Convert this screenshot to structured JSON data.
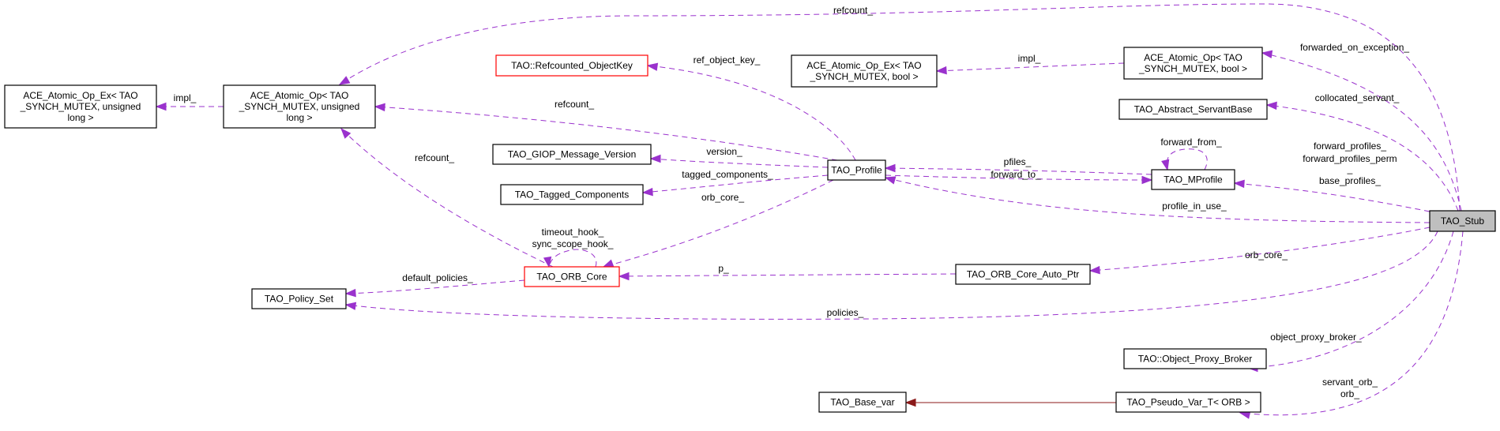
{
  "title": "TAO_Stub collaboration graph",
  "colors": {
    "usage_edge": "#9a32cd",
    "inheritance_edge": "#8b1a1a",
    "node_border": "#000000",
    "truncated_node_border": "#ff0000",
    "root_node_fill": "#bfbfbf"
  },
  "nodes": [
    {
      "id": "ace_atomic_op_ex_ulong",
      "lines": [
        "ACE_Atomic_Op_Ex< TAO",
        "_SYNCH_MUTEX, unsigned",
        "long >"
      ],
      "style": "normal"
    },
    {
      "id": "ace_atomic_op_ulong",
      "lines": [
        "ACE_Atomic_Op< TAO",
        "_SYNCH_MUTEX, unsigned",
        "long >"
      ],
      "style": "normal"
    },
    {
      "id": "refcounted_objectkey",
      "lines": [
        "TAO::Refcounted_ObjectKey"
      ],
      "style": "red"
    },
    {
      "id": "ace_atomic_op_ex_bool",
      "lines": [
        "ACE_Atomic_Op_Ex< TAO",
        "_SYNCH_MUTEX, bool >"
      ],
      "style": "normal"
    },
    {
      "id": "ace_atomic_op_bool",
      "lines": [
        "ACE_Atomic_Op< TAO",
        "_SYNCH_MUTEX, bool >"
      ],
      "style": "normal"
    },
    {
      "id": "abstract_servantbase",
      "lines": [
        "TAO_Abstract_ServantBase"
      ],
      "style": "normal"
    },
    {
      "id": "giop_message_version",
      "lines": [
        "TAO_GIOP_Message_Version"
      ],
      "style": "normal"
    },
    {
      "id": "tagged_components",
      "lines": [
        "TAO_Tagged_Components"
      ],
      "style": "normal"
    },
    {
      "id": "profile",
      "lines": [
        "TAO_Profile"
      ],
      "style": "normal"
    },
    {
      "id": "mprofile",
      "lines": [
        "TAO_MProfile"
      ],
      "style": "normal"
    },
    {
      "id": "stub",
      "lines": [
        "TAO_Stub"
      ],
      "style": "root"
    },
    {
      "id": "orb_core",
      "lines": [
        "TAO_ORB_Core"
      ],
      "style": "red"
    },
    {
      "id": "policy_set",
      "lines": [
        "TAO_Policy_Set"
      ],
      "style": "normal"
    },
    {
      "id": "orb_core_auto_ptr",
      "lines": [
        "TAO_ORB_Core_Auto_Ptr"
      ],
      "style": "normal"
    },
    {
      "id": "object_proxy_broker",
      "lines": [
        "TAO::Object_Proxy_Broker"
      ],
      "style": "normal"
    },
    {
      "id": "base_var",
      "lines": [
        "TAO_Base_var"
      ],
      "style": "normal"
    },
    {
      "id": "pseudo_var_t_orb",
      "lines": [
        "TAO_Pseudo_Var_T< ORB >"
      ],
      "style": "normal"
    }
  ],
  "edges": [
    {
      "from": "ace_atomic_op_ulong",
      "to": "ace_atomic_op_ex_ulong",
      "label": [
        "impl_"
      ],
      "kind": "usage"
    },
    {
      "from": "stub",
      "to": "ace_atomic_op_ulong",
      "label": [
        "refcount_"
      ],
      "kind": "usage"
    },
    {
      "from": "profile",
      "to": "ace_atomic_op_ulong",
      "label": [
        "refcount_"
      ],
      "kind": "usage"
    },
    {
      "from": "orb_core",
      "to": "ace_atomic_op_ulong",
      "label": [
        "refcount_"
      ],
      "kind": "usage"
    },
    {
      "from": "profile",
      "to": "refcounted_objectkey",
      "label": [
        "ref_object_key_"
      ],
      "kind": "usage"
    },
    {
      "from": "ace_atomic_op_bool",
      "to": "ace_atomic_op_ex_bool",
      "label": [
        "impl_"
      ],
      "kind": "usage"
    },
    {
      "from": "stub",
      "to": "ace_atomic_op_bool",
      "label": [
        "forwarded_on_exception_"
      ],
      "kind": "usage"
    },
    {
      "from": "stub",
      "to": "abstract_servantbase",
      "label": [
        "collocated_servant_"
      ],
      "kind": "usage"
    },
    {
      "from": "profile",
      "to": "giop_message_version",
      "label": [
        "version_"
      ],
      "kind": "usage"
    },
    {
      "from": "profile",
      "to": "tagged_components",
      "label": [
        "tagged_components_"
      ],
      "kind": "usage"
    },
    {
      "from": "profile",
      "to": "orb_core",
      "label": [
        "orb_core_"
      ],
      "kind": "usage"
    },
    {
      "from": "mprofile",
      "to": "profile",
      "label": [
        "pfiles_"
      ],
      "kind": "usage"
    },
    {
      "from": "profile",
      "to": "mprofile",
      "label": [
        "forward_to_"
      ],
      "kind": "usage"
    },
    {
      "from": "mprofile",
      "to": "mprofile",
      "label": [
        "forward_from_"
      ],
      "kind": "usage"
    },
    {
      "from": "stub",
      "to": "mprofile",
      "label": [
        "forward_profiles_",
        "forward_profiles_perm",
        "_",
        "base_profiles_"
      ],
      "kind": "usage"
    },
    {
      "from": "stub",
      "to": "profile",
      "label": [
        "profile_in_use_"
      ],
      "kind": "usage"
    },
    {
      "from": "orb_core",
      "to": "orb_core",
      "label": [
        "timeout_hook_",
        "sync_scope_hook_"
      ],
      "kind": "usage"
    },
    {
      "from": "orb_core",
      "to": "policy_set",
      "label": [
        "default_policies_"
      ],
      "kind": "usage"
    },
    {
      "from": "orb_core_auto_ptr",
      "to": "orb_core",
      "label": [
        "p_"
      ],
      "kind": "usage"
    },
    {
      "from": "stub",
      "to": "orb_core_auto_ptr",
      "label": [
        "orb_core_"
      ],
      "kind": "usage"
    },
    {
      "from": "stub",
      "to": "policy_set",
      "label": [
        "policies_"
      ],
      "kind": "usage"
    },
    {
      "from": "stub",
      "to": "object_proxy_broker",
      "label": [
        "object_proxy_broker_"
      ],
      "kind": "usage"
    },
    {
      "from": "pseudo_var_t_orb",
      "to": "base_var",
      "label": [],
      "kind": "inheritance"
    },
    {
      "from": "stub",
      "to": "pseudo_var_t_orb",
      "label": [
        "servant_orb_",
        "orb_"
      ],
      "kind": "usage"
    }
  ]
}
